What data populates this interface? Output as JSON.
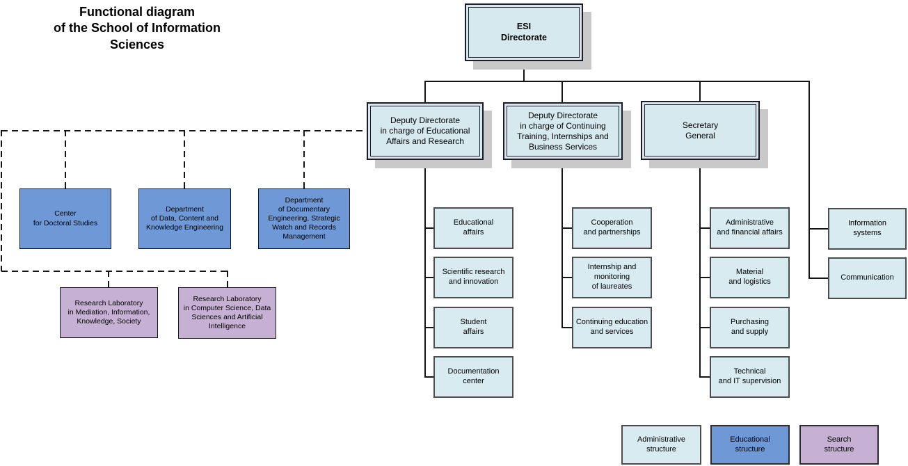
{
  "title": "Functional diagram\nof the School of Information\nSciences",
  "nodes": {
    "esi": "ESI\nDirectorate",
    "deputy_educational": "Deputy Directorate\nin charge of Educational\nAffairs and Research",
    "deputy_continuing": "Deputy Directorate\nin charge of Continuing\nTraining, Internships and\nBusiness Services",
    "secretary_general": "Secretary\nGeneral",
    "educational_affairs": "Educational\naffairs",
    "scientific_research": "Scientific research\nand innovation",
    "student_affairs": "Student\naffairs",
    "documentation_center": "Documentation\ncenter",
    "cooperation": "Cooperation\nand partnerships",
    "internship": "Internship and\nmonitoring\nof laureates",
    "continuing_education": "Continuing education\nand services",
    "admin_financial": "Administrative\nand financial affairs",
    "material_logistics": "Material\nand logistics",
    "purchasing_supply": "Purchasing\nand supply",
    "technical_it": "Technical\nand IT supervision",
    "information_systems": "Information\nsystems",
    "communication": "Communication",
    "center_doctoral": "Center\nfor Doctoral Studies",
    "dept_data": "Department\nof Data, Content and\nKnowledge Engineering",
    "dept_documentary": "Department\nof Documentary\nEngineering, Strategic\nWatch and Records\nManagement",
    "lab_mediation": "Research Laboratory\nin Mediation, Information,\nKnowledge, Society",
    "lab_computer_science": "Research Laboratory\nin Computer Science, Data\nSciences and Artificial\nIntelligence"
  },
  "legend": {
    "administrative": "Administrative\nstructure",
    "educational": "Educational\nstructure",
    "search": "Search\nstructure"
  },
  "colors": {
    "administrative_fill": "#d8ebf0",
    "educational_fill": "#6f99d6",
    "search_fill": "#c6b1d4",
    "shadow": "#c9c9c9",
    "line": "#141414"
  }
}
